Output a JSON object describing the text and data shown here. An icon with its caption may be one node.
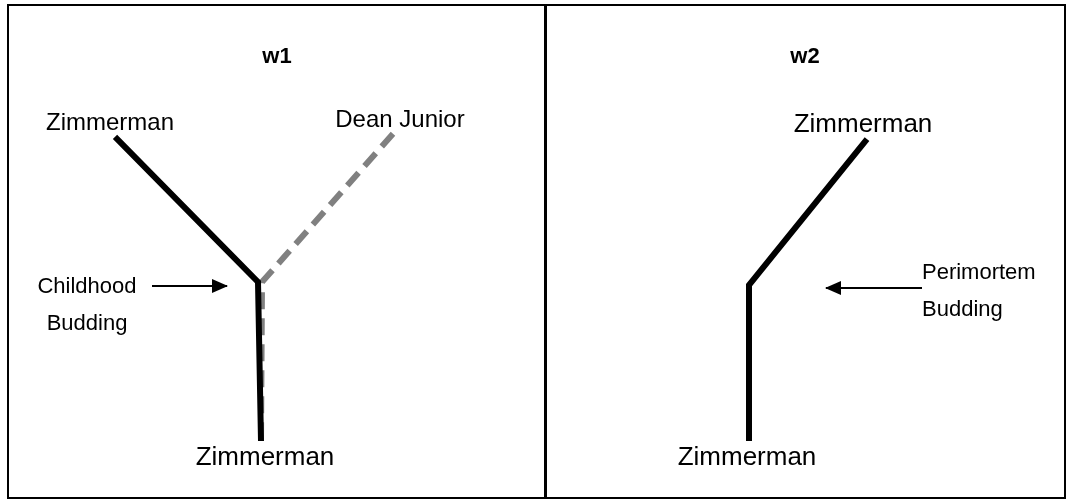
{
  "diagram": {
    "nodes": [
      {
        "text": [
          "w1"
        ]
      },
      {
        "text": [
          "Zimmerman"
        ],
        "in": 0
      },
      {
        "text": [
          "Dean Junior"
        ],
        "in": 0
      },
      {
        "text": [
          "Childhood Budding"
        ],
        "in": 0
      },
      {
        "text": [
          "Zimmerman"
        ],
        "in": 0
      },
      {
        "text": [
          "w2"
        ]
      },
      {
        "text": [
          "Zimmerman"
        ],
        "in": 5
      },
      {
        "text": [
          "Perimortem Budding"
        ],
        "in": 5
      },
      {
        "text": [
          "Zimmerman"
        ],
        "in": 5
      }
    ],
    "edges": [
      {
        "from": 1,
        "to": 4,
        "arrow": "none"
      },
      {
        "from": 2,
        "to": 4,
        "arrow": "none",
        "style": "dashed",
        "color": "#808080"
      },
      {
        "from": 3,
        "to": null,
        "arrow": "to"
      },
      {
        "from": 6,
        "to": 8,
        "arrow": "none"
      },
      {
        "from": 7,
        "to": null,
        "arrow": "to"
      }
    ]
  }
}
